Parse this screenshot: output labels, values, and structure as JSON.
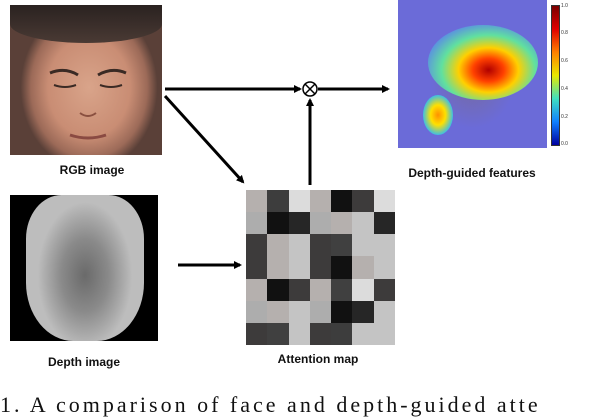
{
  "labels": {
    "rgb": "RGB image",
    "depth": "Depth image",
    "attention": "Attention map",
    "features": "Depth-guided features"
  },
  "operator_icon": "otimes-multiply",
  "colorbar": {
    "ticks": [
      "1.0",
      "0.8",
      "0.6",
      "0.4",
      "0.2",
      "0.0"
    ]
  },
  "attention_grid": [
    [
      "#b5b0ae",
      "#3d3d3d",
      "#dcdcdc",
      "#b5b0ae",
      "#111111",
      "#3d3b3b",
      "#dcdcdc"
    ],
    [
      "#adadad",
      "#111111",
      "#262626",
      "#adadad",
      "#b5b0ae",
      "#c4c4c4",
      "#262626"
    ],
    [
      "#3d3b3b",
      "#b5b0ae",
      "#c4c4c4",
      "#3d3b3b",
      "#404040",
      "#c4c4c4",
      "#c4c4c4"
    ],
    [
      "#3d3b3b",
      "#b5b0ae",
      "#c4c4c4",
      "#3d3b3b",
      "#111111",
      "#b5b0ae",
      "#c4c4c4"
    ],
    [
      "#b5b0ae",
      "#111111",
      "#3d3b3b",
      "#b5b0ae",
      "#404040",
      "#dcdcdc",
      "#3d3b3b"
    ],
    [
      "#adadad",
      "#b5b0ae",
      "#c4c4c4",
      "#adadad",
      "#111111",
      "#262626",
      "#c4c4c4"
    ],
    [
      "#3d3b3b",
      "#404040",
      "#c4c4c4",
      "#3d3b3b",
      "#3d3d3d",
      "#c4c4c4",
      "#c4c4c4"
    ]
  ],
  "caption": "1.  A comparison of face and depth-guided atte"
}
